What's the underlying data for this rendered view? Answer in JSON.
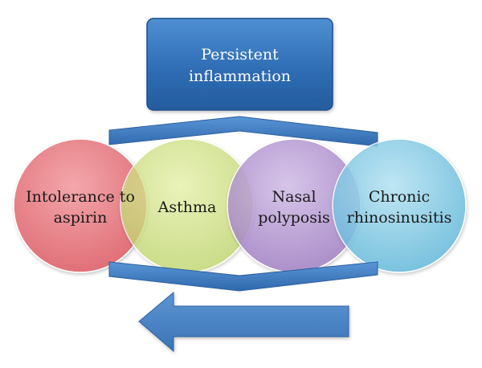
{
  "top_box": {
    "line1": "Persistent",
    "line2": "inflammation"
  },
  "circles": [
    {
      "line1": "Intolerance to",
      "line2": "aspirin",
      "color": "#e8737a"
    },
    {
      "line1": "Asthma",
      "line2": "",
      "color": "#c9dc7a"
    },
    {
      "line1": "Nasal",
      "line2": "polyposis",
      "color": "#b292cf"
    },
    {
      "line1": "Chronic",
      "line2": "rhinosinusitis",
      "color": "#7cc7e2"
    }
  ],
  "colors": {
    "box_blue": "#2f6db5",
    "bar_blue": "#3a78c1",
    "arrow_blue": "#4a86c5"
  }
}
